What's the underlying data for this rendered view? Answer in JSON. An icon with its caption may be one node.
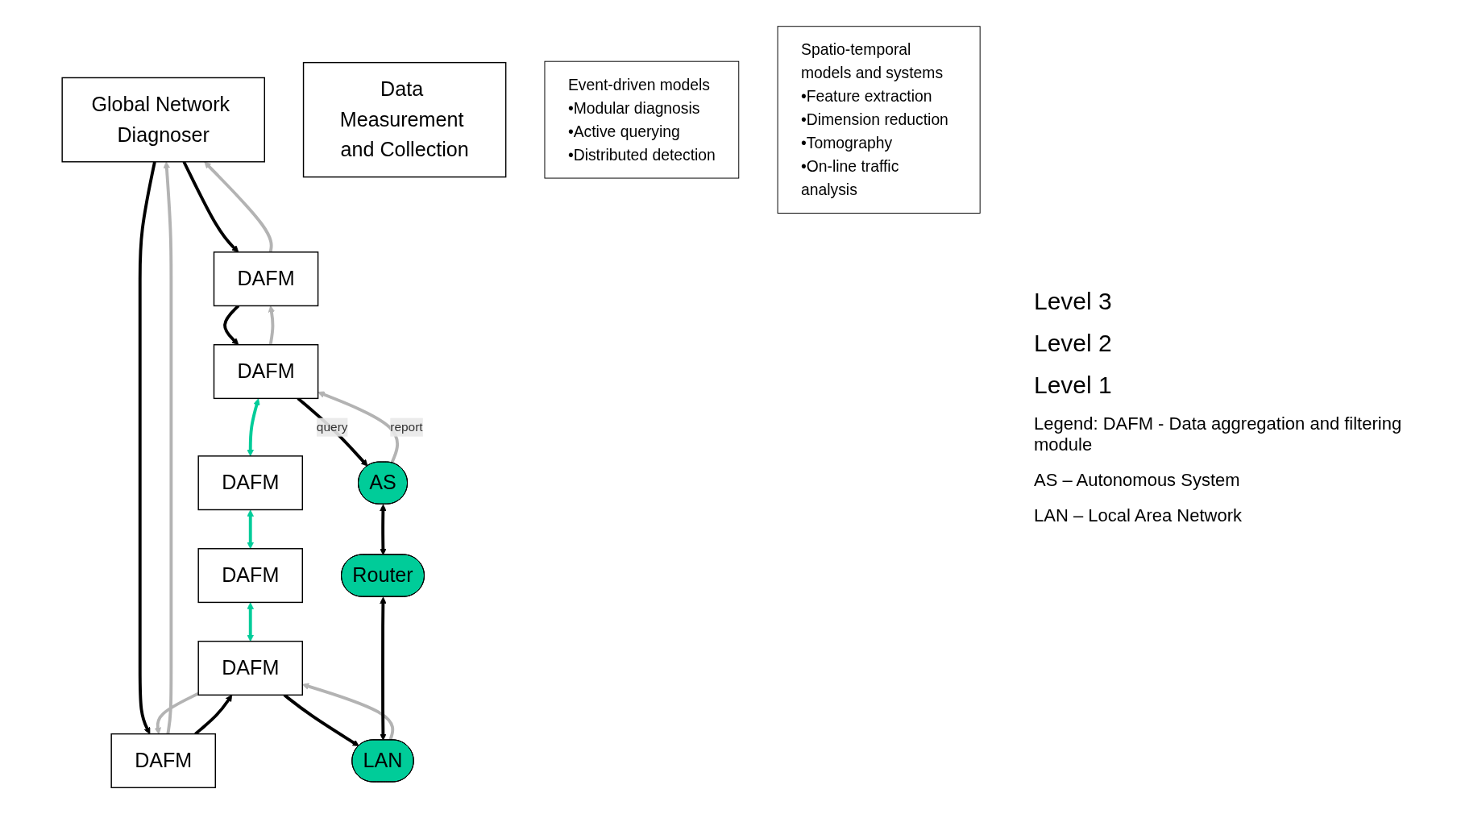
{
  "diagram": {
    "nodes": [
      {
        "text": [
          "Global Network Diagnoser"
        ]
      },
      {
        "text": [
          "DAFM"
        ]
      },
      {
        "text": [
          "DAFM"
        ]
      },
      {
        "text": [
          "DAFM"
        ]
      },
      {
        "text": [
          "DAFM"
        ]
      },
      {
        "text": [
          "DAFM"
        ]
      },
      {
        "text": [
          "DAFM"
        ]
      },
      {
        "text": [
          "AS"
        ]
      },
      {
        "text": [
          "Router"
        ]
      },
      {
        "text": [
          "LAN"
        ]
      },
      {
        "text": [
          "Data Measurement and Collection"
        ]
      },
      {
        "text": [
          "Event-driven models",
          "•Modular diagnosis",
          "•Active querying",
          "•Distributed detection"
        ]
      },
      {
        "text": [
          "Spatio-temporal models and systems",
          "•Feature extraction",
          "•Dimension reduction",
          "•Tomography",
          "•On-line traffic analysis"
        ]
      }
    ],
    "edges": [
      {
        "from": 0,
        "to": 1,
        "arrow": "to"
      },
      {
        "from": 1,
        "to": 0,
        "arrow": "to",
        "color": "#b3b3b3"
      },
      {
        "from": 0,
        "to": 2,
        "arrow": "to"
      },
      {
        "from": 2,
        "to": 0,
        "arrow": "to",
        "color": "#b3b3b3"
      },
      {
        "from": 1,
        "to": 3,
        "arrow": "to"
      },
      {
        "from": 3,
        "to": 1,
        "arrow": "to",
        "color": "#b3b3b3"
      },
      {
        "from": 2,
        "to": 6,
        "arrow": "to"
      },
      {
        "from": 6,
        "to": 2,
        "arrow": "to",
        "color": "#b3b3b3"
      },
      {
        "from": 3,
        "to": 4,
        "arrow": "both",
        "color": "#00cc99"
      },
      {
        "from": 4,
        "to": 5,
        "arrow": "both",
        "color": "#00cc99"
      },
      {
        "from": 5,
        "to": 6,
        "arrow": "both",
        "color": "#00cc99"
      },
      {
        "from": 3,
        "to": 7,
        "arrow": "to",
        "label": "query"
      },
      {
        "from": 7,
        "to": 3,
        "arrow": "to",
        "color": "#b3b3b3",
        "label": "report"
      },
      {
        "from": 6,
        "to": 9,
        "arrow": "to"
      },
      {
        "from": 9,
        "to": 6,
        "arrow": "to",
        "color": "#b3b3b3"
      },
      {
        "from": 7,
        "to": 8,
        "arrow": "both"
      },
      {
        "from": 8,
        "to": 9,
        "arrow": "both"
      }
    ],
    "labels": [
      "Level 3",
      "Level 2",
      "Level 1",
      "Legend: DAFM - Data aggregation and filtering module",
      "AS – Autonomous System",
      "LAN – Local Area Network"
    ]
  }
}
